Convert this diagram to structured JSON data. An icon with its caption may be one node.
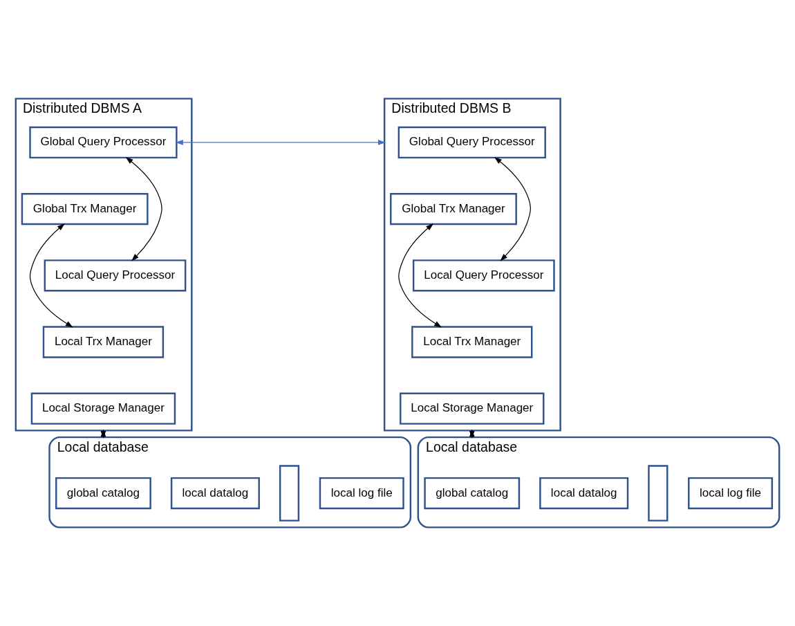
{
  "diagram": {
    "nodes": [
      {
        "text": [
          "Distributed DBMS A"
        ]
      },
      {
        "text": [
          "Global Query Processor"
        ],
        "in": 0
      },
      {
        "text": [
          "Global Trx Manager"
        ],
        "in": 0
      },
      {
        "text": [
          "Local Query Processor"
        ],
        "in": 0
      },
      {
        "text": [
          "Local Trx Manager"
        ],
        "in": 0
      },
      {
        "text": [
          "Local Storage Manager"
        ],
        "in": 0
      },
      {
        "text": [
          "Local database"
        ]
      },
      {
        "text": [
          "global catalog"
        ],
        "in": 6
      },
      {
        "text": [
          "local datalog"
        ],
        "in": 6
      },
      {
        "text": [],
        "shape": "bar",
        "in": 6
      },
      {
        "text": [
          "local log file"
        ],
        "in": 6
      },
      {
        "text": [
          "Distributed DBMS B"
        ]
      },
      {
        "text": [
          "Global Query Processor"
        ],
        "in": 11
      },
      {
        "text": [
          "Global Trx Manager"
        ],
        "in": 11
      },
      {
        "text": [
          "Local Query Processor"
        ],
        "in": 11
      },
      {
        "text": [
          "Local Trx Manager"
        ],
        "in": 11
      },
      {
        "text": [
          "Local Storage Manager"
        ],
        "in": 11
      },
      {
        "text": [
          "Local database"
        ]
      },
      {
        "text": [
          "global catalog"
        ],
        "in": 17
      },
      {
        "text": [
          "local datalog"
        ],
        "in": 17
      },
      {
        "text": [],
        "shape": "bar",
        "in": 17
      },
      {
        "text": [
          "local log file"
        ],
        "in": 17
      }
    ],
    "edges": [
      {
        "from": 1,
        "to": 11,
        "arrow": "both",
        "color": "#4472c4"
      },
      {
        "from": 1,
        "to": 3,
        "arrow": "both"
      },
      {
        "from": 2,
        "to": 4,
        "arrow": "both"
      },
      {
        "from": 0,
        "to": 6,
        "arrow": "both"
      },
      {
        "from": 12,
        "to": 14,
        "arrow": "both"
      },
      {
        "from": 13,
        "to": 15,
        "arrow": "both"
      },
      {
        "from": 11,
        "to": 17,
        "arrow": "both"
      }
    ]
  }
}
